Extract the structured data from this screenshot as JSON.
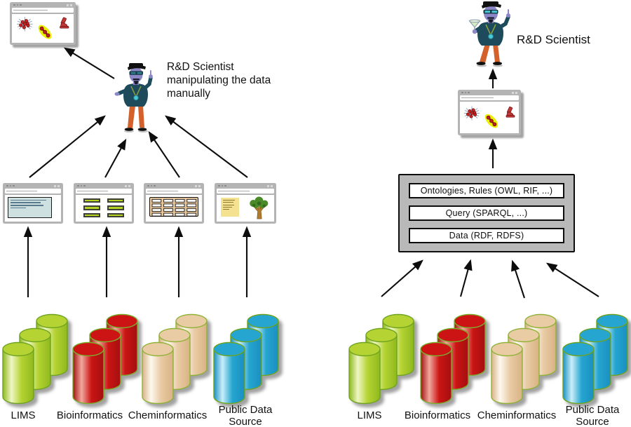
{
  "left_panel": {
    "caption": "R&D Scientist\nmanipulating the data\nmanually",
    "result_browser": {
      "icons": [
        "molecule-cluster",
        "dna-highlight",
        "microscope"
      ]
    },
    "source_browsers": [
      {
        "type": "text-document"
      },
      {
        "type": "form-list"
      },
      {
        "type": "data-table"
      },
      {
        "type": "sticky-note-and-tree"
      }
    ]
  },
  "right_panel": {
    "caption": "R&D Scientist",
    "result_browser": {
      "icons": [
        "molecule-cluster",
        "dna-highlight",
        "microscope"
      ]
    },
    "stack_layers": [
      "Ontologies, Rules (OWL, RIF, ...)",
      "Query (SPARQL, ...)",
      "Data (RDF, RDFS)"
    ]
  },
  "sources": [
    {
      "label": "LIMS",
      "color": "#b5d333",
      "color_light": "#eef6c4",
      "color_dark": "#8fb91e",
      "stroke": "#6fa41f"
    },
    {
      "label": "Bioinformatics",
      "color": "#cc1414",
      "color_light": "#f2a89e",
      "color_dark": "#a31010",
      "stroke": "#7ab02c"
    },
    {
      "label": "Cheminformatics",
      "color": "#e9cba4",
      "color_light": "#fdf8ef",
      "color_dark": "#d9b285",
      "stroke": "#8fb336"
    },
    {
      "label": "Public Data Source",
      "color": "#25a5d0",
      "color_light": "#c9eef9",
      "color_dark": "#1b8fc0",
      "stroke": "#6fa41f"
    }
  ],
  "colors": {
    "arrow": "#0d0d0d",
    "browser_chrome": "#b4b4b4",
    "stack_frame": "#b9b9b9",
    "scientist_skin": "#8b87c6",
    "scientist_shirt": "#1d4b5c",
    "scientist_pants": "#d4612b"
  }
}
